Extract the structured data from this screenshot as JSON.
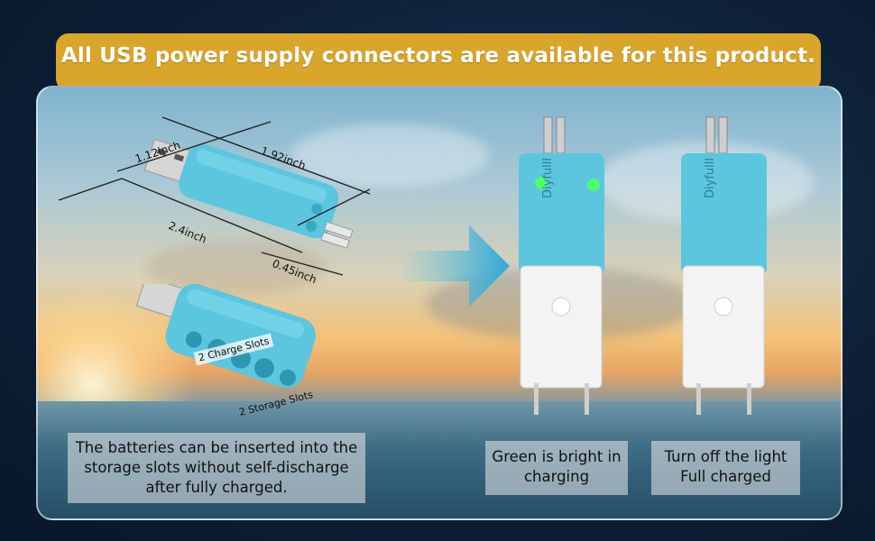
{
  "banner": {
    "text": "All USB power supply connectors are available for this product."
  },
  "dimensions": {
    "width_a": "1.12inch",
    "length_b": "1.92inch",
    "length_c": "2.4inch",
    "height_d": "0.45inch"
  },
  "slots": {
    "charge": "2 Charge Slots",
    "storage": "2 Storage Slots"
  },
  "brand": "Diyfulll",
  "captions": {
    "storage": "The batteries can be inserted into the storage slots without self-discharge after fully charged.",
    "charging": "Green is bright in charging",
    "full": "Turn off the light Full charged"
  },
  "colors": {
    "banner": "#d9a52a",
    "device": "#5cc6df",
    "led": "#4dff6a",
    "adapter": "#f3f3f3"
  }
}
